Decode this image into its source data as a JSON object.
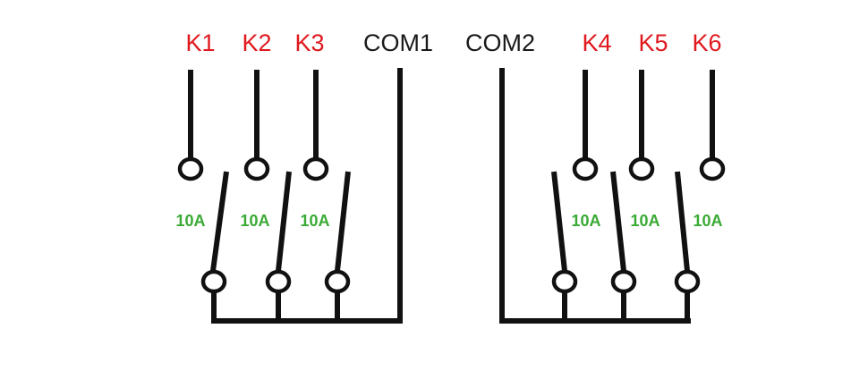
{
  "colors": {
    "relay_label": "#e0191f",
    "com_label": "#1a1a1a",
    "rating": "#3aaa35",
    "wire": "#111111"
  },
  "groups": [
    {
      "com_label": "COM1",
      "relays": [
        {
          "label": "K1",
          "rating": "10A"
        },
        {
          "label": "K2",
          "rating": "10A"
        },
        {
          "label": "K3",
          "rating": "10A"
        }
      ]
    },
    {
      "com_label": "COM2",
      "relays": [
        {
          "label": "K4",
          "rating": "10A"
        },
        {
          "label": "K5",
          "rating": "10A"
        },
        {
          "label": "K6",
          "rating": "10A"
        }
      ]
    }
  ]
}
